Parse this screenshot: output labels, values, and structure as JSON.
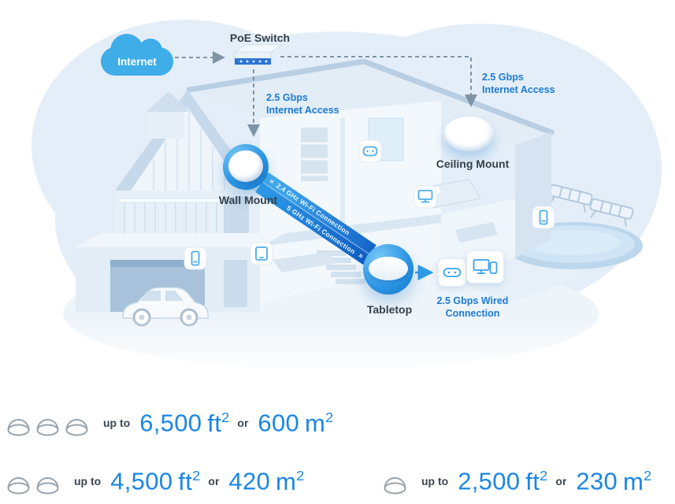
{
  "colors": {
    "accent_blue": "#1a86e6",
    "link_blue": "#1c7ad4",
    "cloud_blue": "#3fade8",
    "label_dark": "#35414b",
    "ribbon_start": "#45b0f0",
    "ribbon_end": "#0f5cc2"
  },
  "diagram": {
    "internet_label": "Internet",
    "poe_switch_label": "PoE Switch",
    "wall_feed": {
      "line1": "2.5 Gbps",
      "line2": "Internet Access"
    },
    "ceiling_feed": {
      "line1": "2.5 Gbps",
      "line2": "Internet Access"
    },
    "wired_link": {
      "line1": "2.5 Gbps Wired",
      "line2": "Connection"
    },
    "ribbon": {
      "chevron_left": "«",
      "chevron_right": "»",
      "band1": "2.4 GHz Wi-Fi Connection",
      "band2": "5 GHz Wi-Fi Connection"
    },
    "nodes": {
      "wall_mount": "Wall Mount",
      "ceiling_mount": "Ceiling Mount",
      "tabletop": "Tabletop"
    }
  },
  "coverage": {
    "sup": "2",
    "rows": [
      {
        "units": "3",
        "prefix": "up to",
        "ft_num": "6,500",
        "ft_unit": "ft",
        "conj": "or",
        "m_num": "600",
        "m_unit": "m"
      },
      {
        "units": "2",
        "prefix": "up to",
        "ft_num": "4,500",
        "ft_unit": "ft",
        "conj": "or",
        "m_num": "420",
        "m_unit": "m"
      },
      {
        "units": "1",
        "prefix": "up to",
        "ft_num": "2,500",
        "ft_unit": "ft",
        "conj": "or",
        "m_num": "230",
        "m_unit": "m"
      }
    ]
  }
}
